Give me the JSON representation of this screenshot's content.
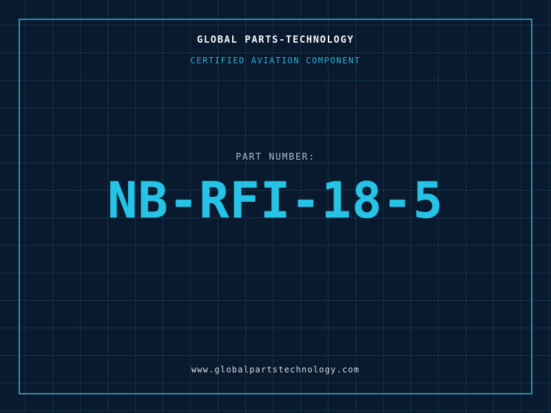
{
  "header": {
    "company": "GLOBAL PARTS-TECHNOLOGY",
    "tagline": "CERTIFIED AVIATION COMPONENT"
  },
  "part": {
    "label": "PART NUMBER:",
    "number": "NB-RFI-18-5"
  },
  "footer": {
    "website": "www.globalpartstechnology.com"
  },
  "colors": {
    "background": "#0a1a2e",
    "grid_line": "#2c5570",
    "frame_border": "#2e94b6",
    "accent_cyan": "#27c3e6",
    "title_white": "#f3f6f8",
    "label_gray": "#aebdc9"
  }
}
